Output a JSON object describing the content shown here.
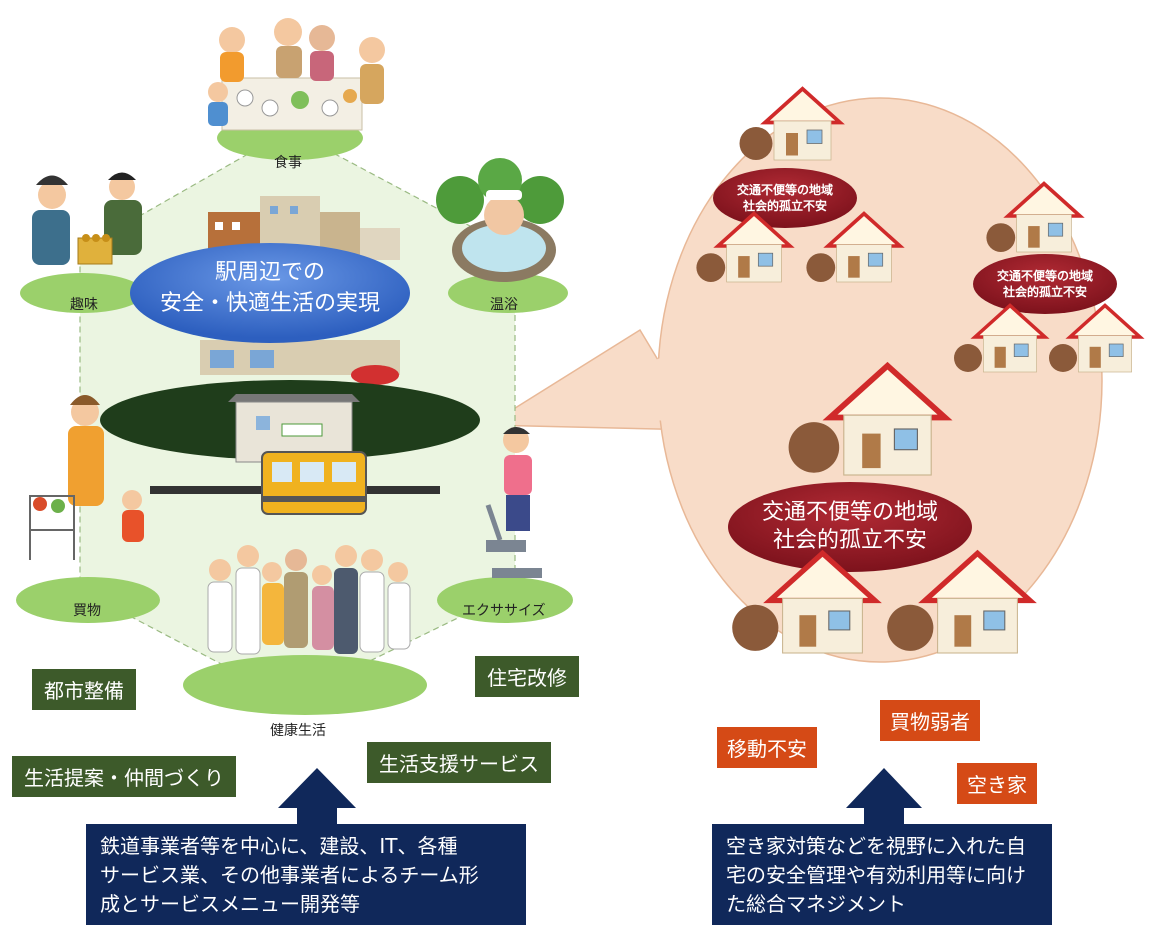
{
  "left": {
    "center_line1": "駅周辺での",
    "center_line2": "安全・快適生活の実現",
    "scenes": {
      "meal": "食事",
      "hobby": "趣味",
      "bath": "温浴",
      "shopping": "買物",
      "exercise": "エクササイズ",
      "health": "健康生活"
    },
    "tags": {
      "city": "都市整備",
      "housing": "住宅改修",
      "lifestyle": "生活提案・仲間づくり",
      "support": "生活支援サービス"
    },
    "box_lines": [
      "鉄道事業者等を中心に、建設、IT、各種",
      "サービス業、その他事業者によるチーム形",
      "成とサービスメニュー開発等"
    ]
  },
  "right": {
    "small_line1": "交通不便等の地域",
    "small_line2": "社会的孤立不安",
    "big_line1": "交通不便等の地域",
    "big_line2": "社会的孤立不安",
    "tags": {
      "mobility": "移動不安",
      "shopping": "買物弱者",
      "vacant": "空き家"
    },
    "box_lines": [
      "空き家対策などを視野に入れた自",
      "宅の安全管理や有効利用等に向け",
      "た総合マネジメント"
    ]
  },
  "colors": {
    "hex_fill": "#ebf5e1",
    "bubble_fill": "#f8dcc8",
    "dark_green": "#1f3d1b",
    "blue": "#3a6fd0",
    "dark_red": "#8b1a24",
    "navy": "#10285a",
    "orange": "#d54a16"
  }
}
